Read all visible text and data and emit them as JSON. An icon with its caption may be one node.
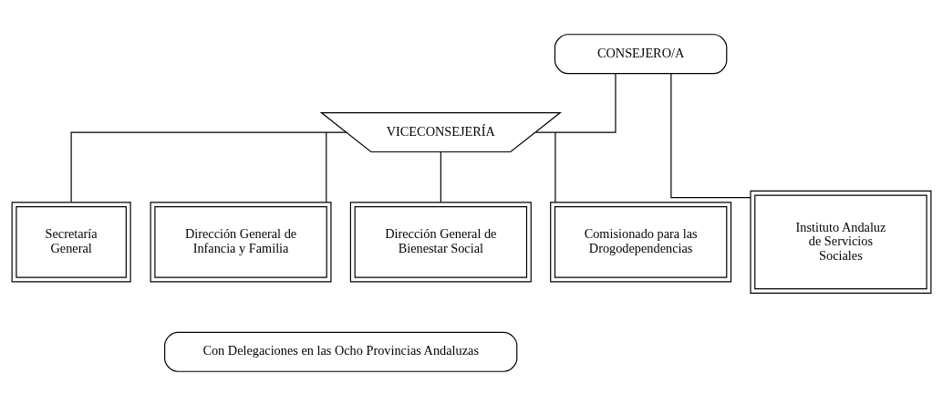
{
  "diagram": {
    "nodes": [
      {
        "text": [
          "CONSEJERO/A"
        ]
      },
      {
        "text": [
          "VICECONSEJERÍA"
        ]
      },
      {
        "text": [
          "Secretaría General"
        ]
      },
      {
        "text": [
          "Dirección General de Infancia y Familia"
        ]
      },
      {
        "text": [
          "Dirección General de Bienestar Social"
        ]
      },
      {
        "text": [
          "Comisionado para las Drogodependencias"
        ]
      },
      {
        "text": [
          "Instituto Andaluz de Servicios Sociales"
        ]
      },
      {
        "text": [
          "Con Delegaciones en las Ocho Provincias Andaluzas"
        ]
      }
    ],
    "edges": [
      {
        "from": 0,
        "to": 1,
        "arrow": "none"
      },
      {
        "from": 0,
        "to": 6,
        "arrow": "none"
      },
      {
        "from": 1,
        "to": 2,
        "arrow": "none"
      },
      {
        "from": 1,
        "to": 3,
        "arrow": "none"
      },
      {
        "from": 1,
        "to": 4,
        "arrow": "none"
      },
      {
        "from": 1,
        "to": 5,
        "arrow": "none"
      }
    ]
  }
}
